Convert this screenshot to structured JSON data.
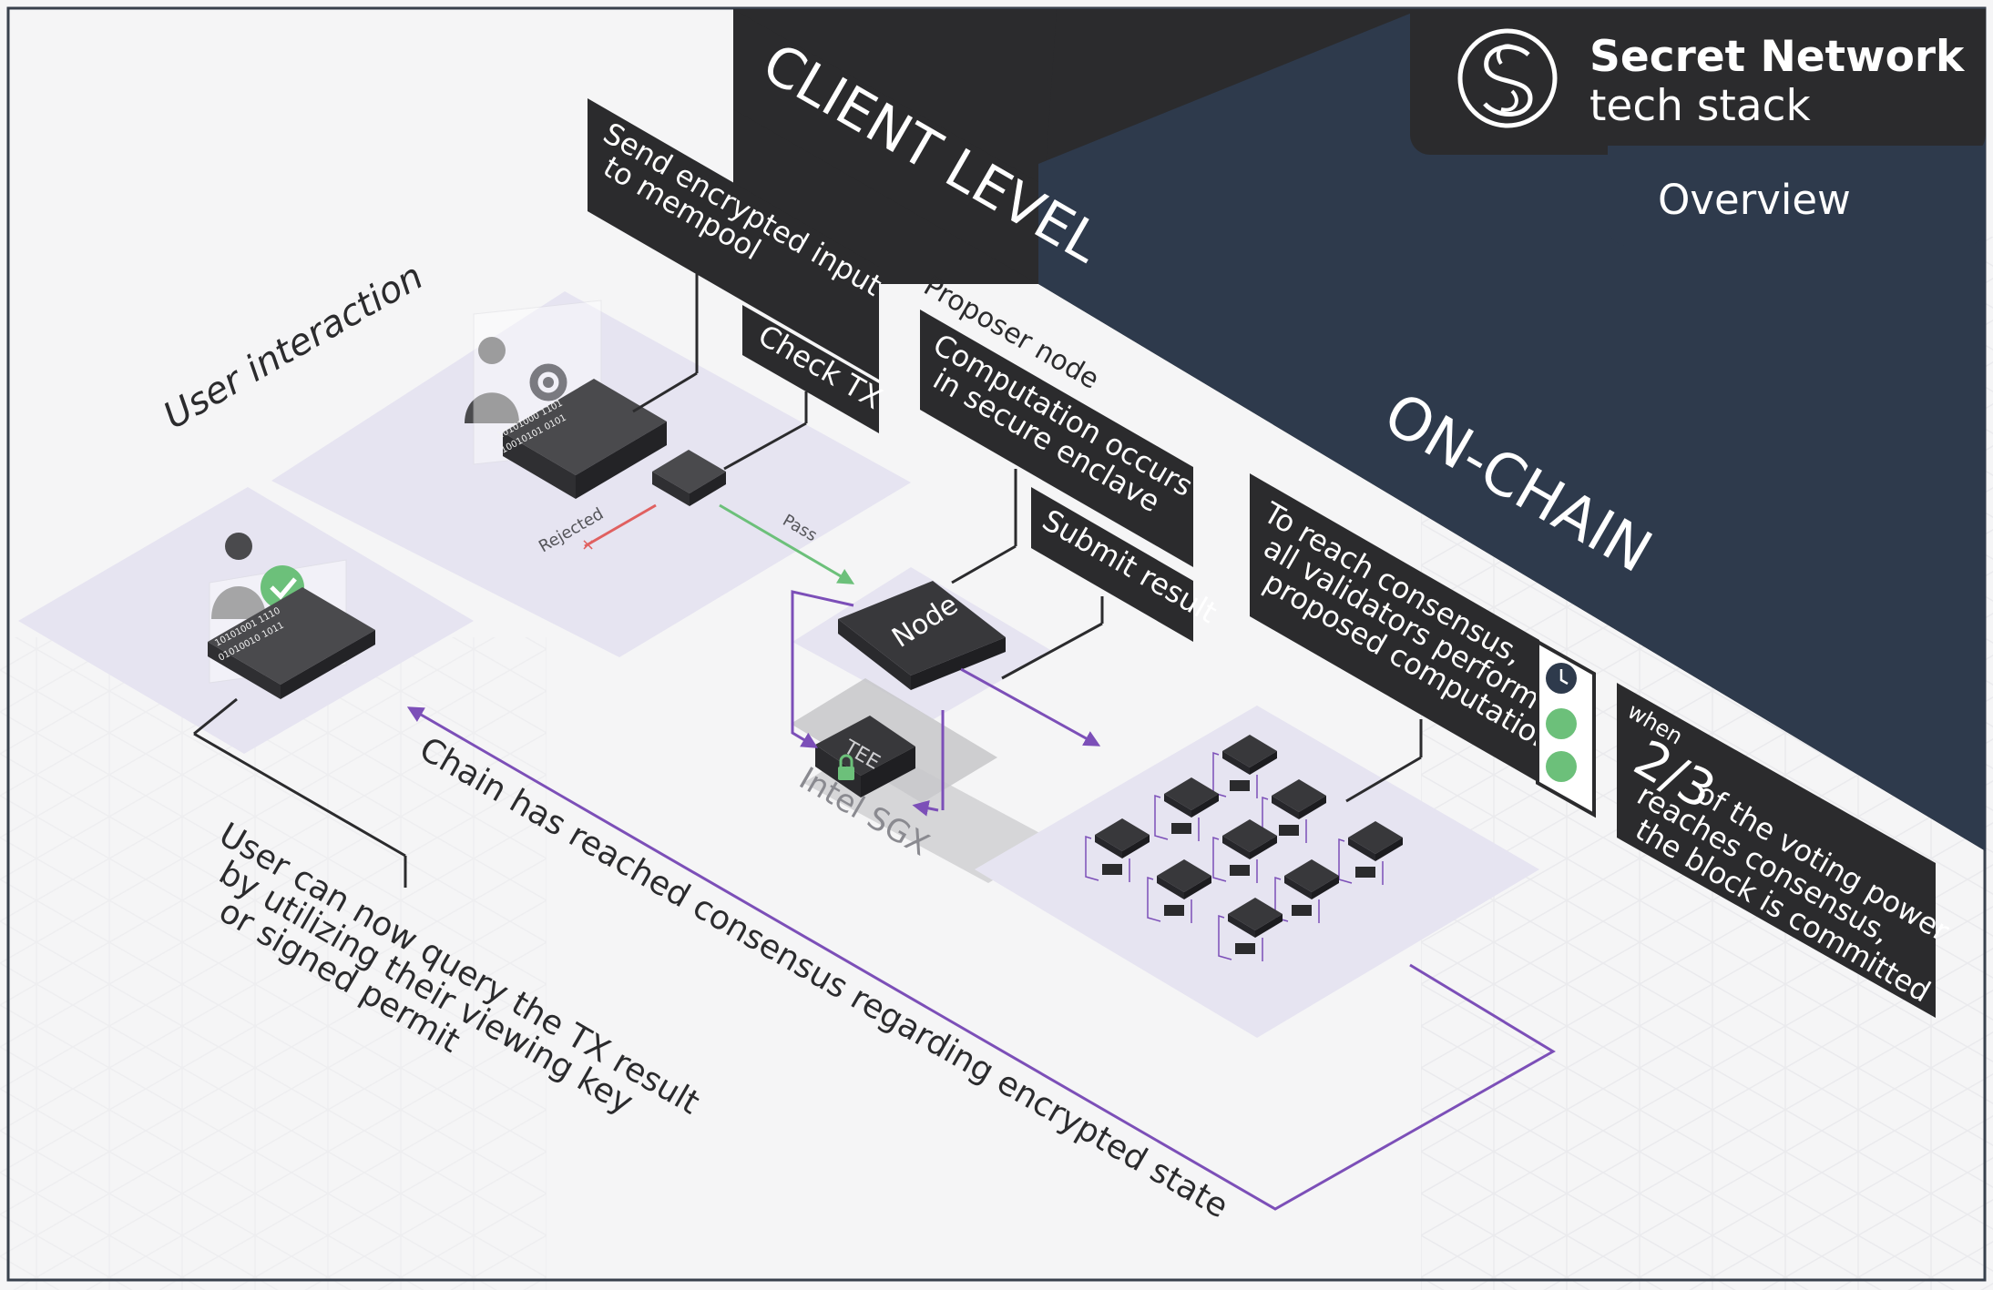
{
  "brand": {
    "title": "Secret Network",
    "subtitle": "tech stack",
    "tab": "Overview"
  },
  "bands": {
    "client": "CLIENT LEVEL",
    "onchain": "ON-CHAIN"
  },
  "labels": {
    "user_interaction": "User interaction",
    "send_input": [
      "Send encrypted input",
      "to mempool"
    ],
    "check_tx": "Check TX",
    "rejected": "Rejected",
    "pass": "Pass",
    "proposer": "Proposer node",
    "computation": [
      "Computation occurs",
      "in secure enclave"
    ],
    "submit": "Submit result",
    "node": "Node",
    "tee": "TEE",
    "intel": "Intel SGX",
    "consensus": [
      "To reach consensus,",
      "all validators perform",
      "proposed computation"
    ],
    "when": "when",
    "fraction": "2/3",
    "voting": [
      "of the voting power",
      "reaches consensus,",
      "the block is committed"
    ],
    "chain_state": "Chain has reached consensus regarding encrypted state",
    "user_query": [
      "User can now query the TX result",
      "by utilizing their viewing key",
      "or signed permit"
    ]
  },
  "binary": [
    "10101000 1101",
    "10010101 0101",
    "10101001 1110",
    "01010010 1011"
  ],
  "colors": {
    "dark_panel": "#2b2b2d",
    "navy": "#2e3a4c",
    "purple": "#7c4fb8",
    "green": "#6cc07a",
    "red": "#e06060",
    "platform": "#e6e4f1"
  }
}
